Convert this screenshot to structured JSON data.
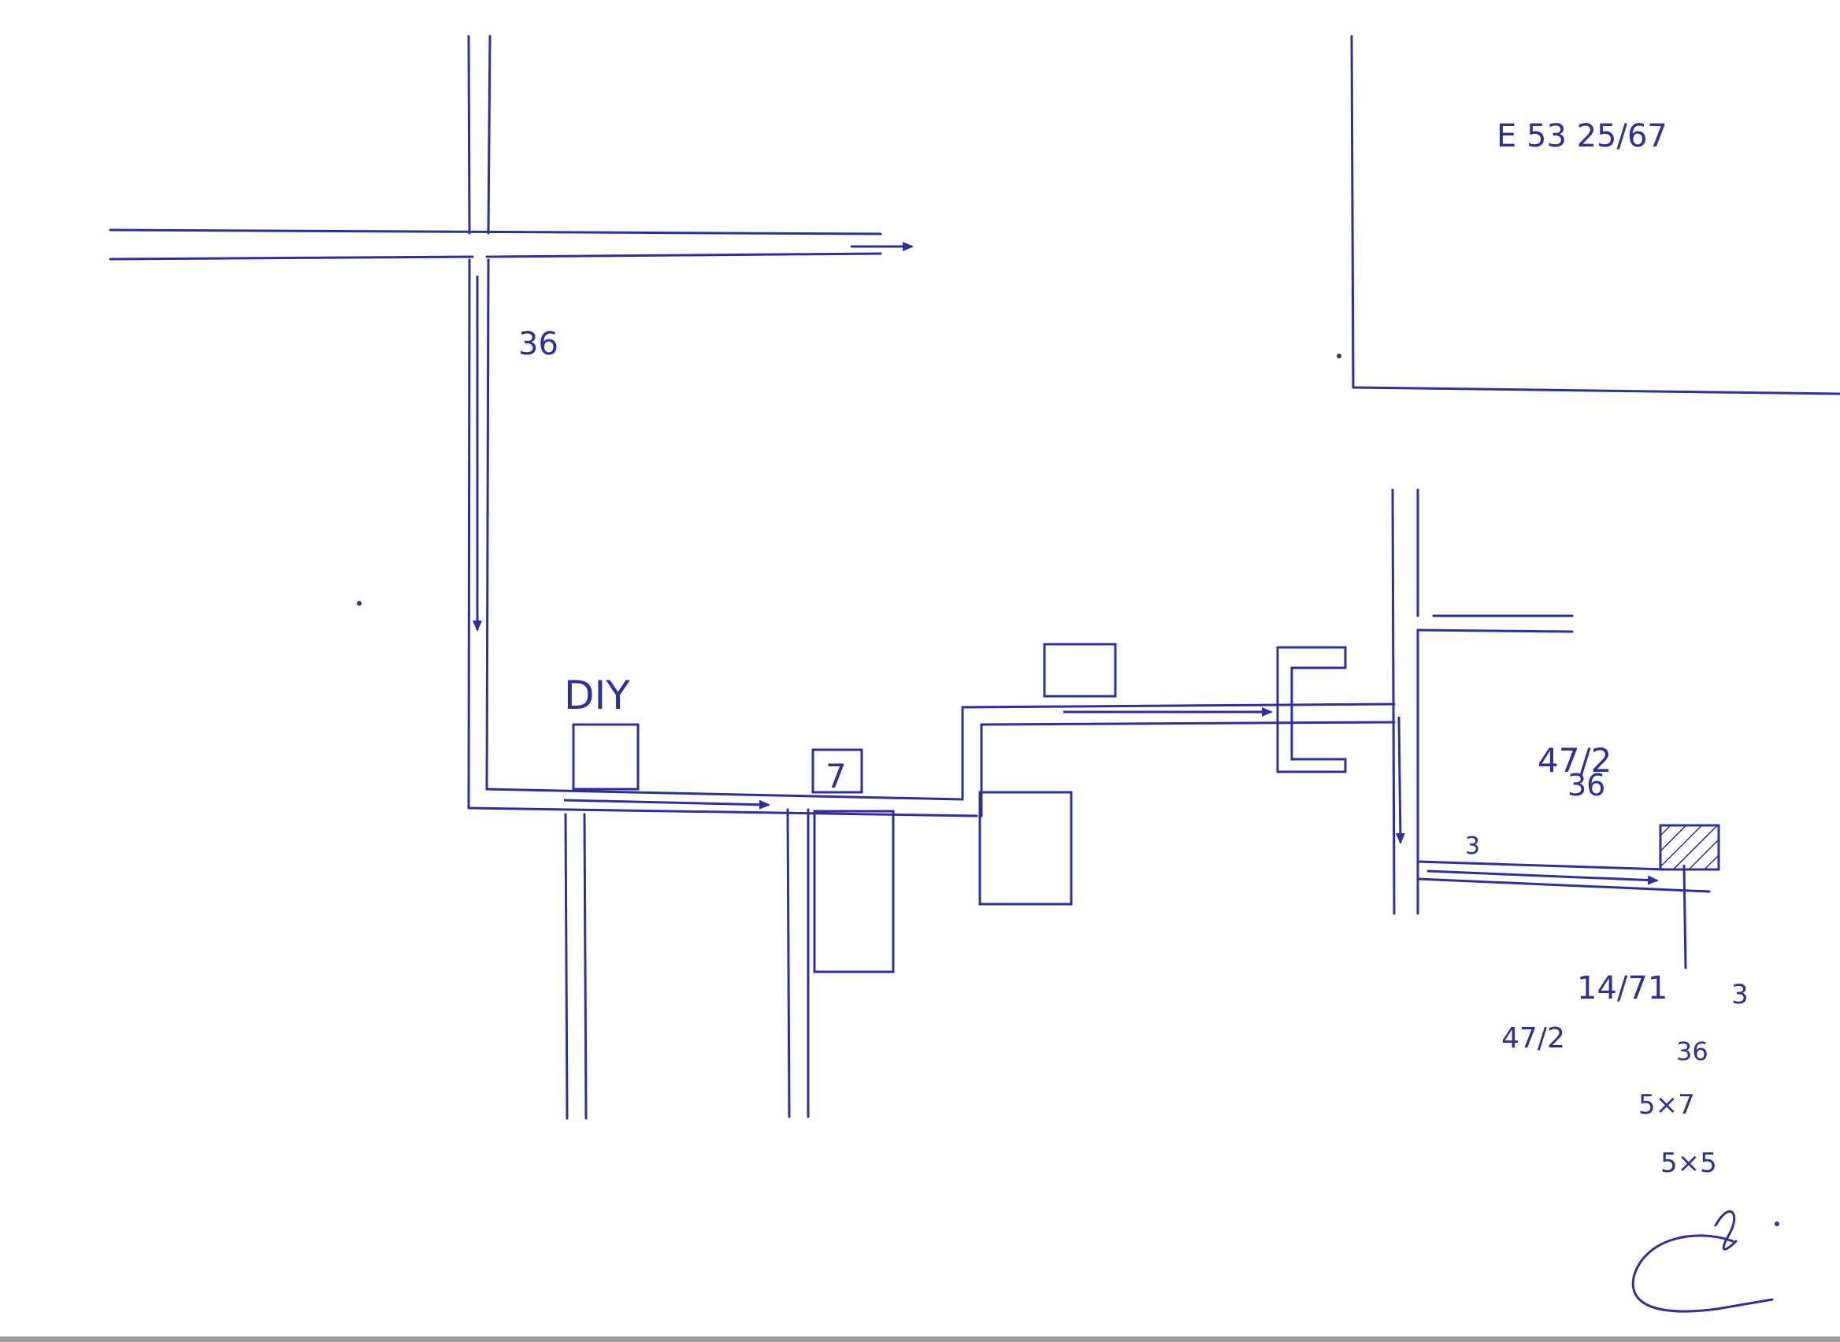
{
  "colors": {
    "ink": "#2e2f9a",
    "paper": "#ffffff",
    "edge": "#9a9a9a"
  },
  "info_box": {
    "line1": "",
    "line2_prefix": "",
    "line2_number": "E 53 25/67",
    "line3": "",
    "line4": ""
  },
  "labels": {
    "main_road_left": "",
    "junction_top": "",
    "to_direction": "",
    "side_road_name": "",
    "side_road_number": "36",
    "shop_diy": "DIY",
    "store_caption": "",
    "store_mark": "7",
    "garage_line1": "",
    "garage_line2": "",
    "shop_near_bend": "",
    "office_label": "",
    "road_right_line1_number": "47/2",
    "road_right_line1": "",
    "road_right_line2": "",
    "road_right_line2_number": "36",
    "alley_label": "",
    "alley_number": "3"
  },
  "notes": {
    "line1_text": "",
    "line1_number": "14/71",
    "line1_alley_number": "3",
    "line2_text": "",
    "line2_number": "47/2",
    "line2_road_number": "36",
    "line3_text": "",
    "line3_size": "5×7",
    "line4_text": "",
    "line4_size": "5×5"
  }
}
